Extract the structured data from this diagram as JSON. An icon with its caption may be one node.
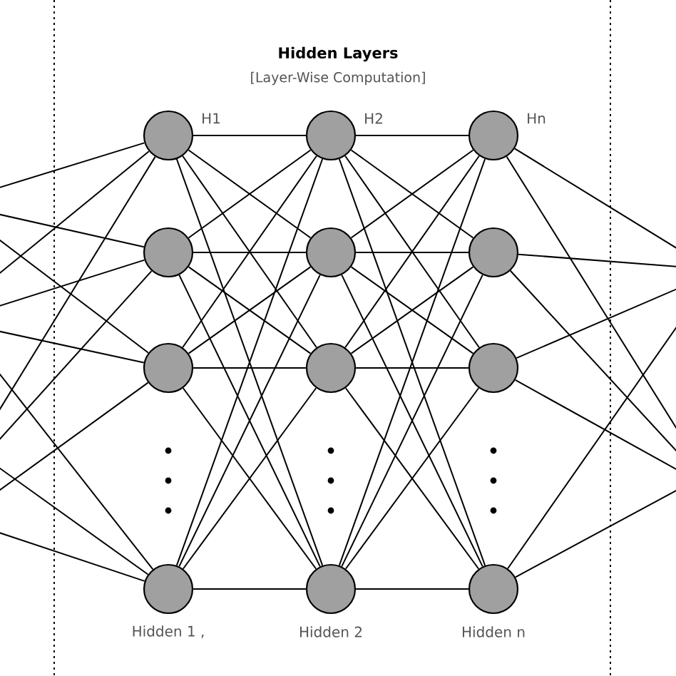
{
  "diagram": {
    "title": "Hidden Layers",
    "nodes": [
      {
        "text": [],
        "shape": "circle",
        "beside": [
          "H1"
        ]
      },
      {
        "text": [],
        "shape": "circle"
      },
      {
        "text": [],
        "shape": "circle"
      },
      {
        "text": [],
        "shape": "circle",
        "beside": [
          "Hidden 1 ,"
        ]
      },
      {
        "text": [],
        "shape": "circle",
        "beside": [
          "H2"
        ]
      },
      {
        "text": [],
        "shape": "circle"
      },
      {
        "text": [],
        "shape": "circle"
      },
      {
        "text": [],
        "shape": "circle",
        "beside": [
          "Hidden 2"
        ]
      },
      {
        "text": [],
        "shape": "circle",
        "beside": [
          "Hn"
        ]
      },
      {
        "text": [],
        "shape": "circle"
      },
      {
        "text": [],
        "shape": "circle"
      },
      {
        "text": [],
        "shape": "circle",
        "beside": [
          "Hidden n"
        ]
      }
    ],
    "edges": [
      {
        "from": null,
        "to": 0,
        "arrow": "none"
      },
      {
        "from": null,
        "to": 0,
        "arrow": "none"
      },
      {
        "from": null,
        "to": 0,
        "arrow": "none"
      },
      {
        "from": null,
        "to": 1,
        "arrow": "none"
      },
      {
        "from": null,
        "to": 1,
        "arrow": "none"
      },
      {
        "from": null,
        "to": 1,
        "arrow": "none"
      },
      {
        "from": null,
        "to": 2,
        "arrow": "none"
      },
      {
        "from": null,
        "to": 2,
        "arrow": "none"
      },
      {
        "from": null,
        "to": 2,
        "arrow": "none"
      },
      {
        "from": null,
        "to": 3,
        "arrow": "none"
      },
      {
        "from": null,
        "to": 3,
        "arrow": "none"
      },
      {
        "from": null,
        "to": 3,
        "arrow": "none"
      },
      {
        "from": 0,
        "to": 4,
        "arrow": "none"
      },
      {
        "from": 0,
        "to": 5,
        "arrow": "none"
      },
      {
        "from": 0,
        "to": 6,
        "arrow": "none"
      },
      {
        "from": 0,
        "to": 7,
        "arrow": "none"
      },
      {
        "from": 1,
        "to": 4,
        "arrow": "none"
      },
      {
        "from": 1,
        "to": 5,
        "arrow": "none"
      },
      {
        "from": 1,
        "to": 6,
        "arrow": "none"
      },
      {
        "from": 1,
        "to": 7,
        "arrow": "none"
      },
      {
        "from": 2,
        "to": 4,
        "arrow": "none"
      },
      {
        "from": 2,
        "to": 5,
        "arrow": "none"
      },
      {
        "from": 2,
        "to": 6,
        "arrow": "none"
      },
      {
        "from": 2,
        "to": 7,
        "arrow": "none"
      },
      {
        "from": 3,
        "to": 4,
        "arrow": "none"
      },
      {
        "from": 3,
        "to": 5,
        "arrow": "none"
      },
      {
        "from": 3,
        "to": 6,
        "arrow": "none"
      },
      {
        "from": 3,
        "to": 7,
        "arrow": "none"
      },
      {
        "from": 4,
        "to": 8,
        "arrow": "none"
      },
      {
        "from": 4,
        "to": 9,
        "arrow": "none"
      },
      {
        "from": 4,
        "to": 10,
        "arrow": "none"
      },
      {
        "from": 4,
        "to": 11,
        "arrow": "none"
      },
      {
        "from": 5,
        "to": 8,
        "arrow": "none"
      },
      {
        "from": 5,
        "to": 9,
        "arrow": "none"
      },
      {
        "from": 5,
        "to": 10,
        "arrow": "none"
      },
      {
        "from": 5,
        "to": 11,
        "arrow": "none"
      },
      {
        "from": 6,
        "to": 8,
        "arrow": "none"
      },
      {
        "from": 6,
        "to": 9,
        "arrow": "none"
      },
      {
        "from": 6,
        "to": 10,
        "arrow": "none"
      },
      {
        "from": 6,
        "to": 11,
        "arrow": "none"
      },
      {
        "from": 7,
        "to": 8,
        "arrow": "none"
      },
      {
        "from": 7,
        "to": 9,
        "arrow": "none"
      },
      {
        "from": 7,
        "to": 10,
        "arrow": "none"
      },
      {
        "from": 7,
        "to": 11,
        "arrow": "none"
      },
      {
        "from": 8,
        "to": null,
        "arrow": "none"
      },
      {
        "from": 8,
        "to": null,
        "arrow": "none"
      },
      {
        "from": 9,
        "to": null,
        "arrow": "none"
      },
      {
        "from": 9,
        "to": null,
        "arrow": "none"
      },
      {
        "from": 10,
        "to": null,
        "arrow": "none"
      },
      {
        "from": 10,
        "to": null,
        "arrow": "none"
      },
      {
        "from": 11,
        "to": null,
        "arrow": "none"
      },
      {
        "from": 11,
        "to": null,
        "arrow": "none"
      }
    ],
    "labels": [
      "[Layer-Wise Computation]"
    ]
  }
}
